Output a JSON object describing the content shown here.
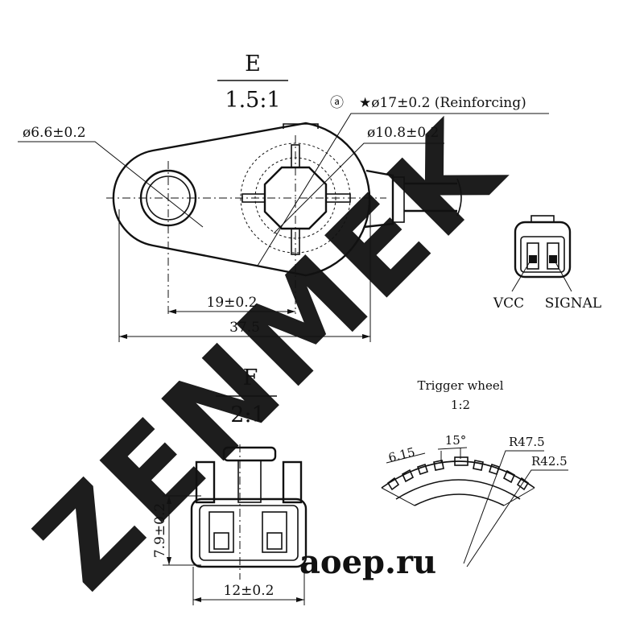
{
  "detail_e": {
    "view_label": "E",
    "scale": "1.5:1",
    "marker": "ⓐ",
    "reinforcing_note": "★ø17±0.2 (Reinforcing)",
    "hole_dia": "ø6.6±0.2",
    "bore_dia": "ø10.8±0.2",
    "center_distance": "19±0.2",
    "overall_length": "37.5"
  },
  "connector_end": {
    "pin1": "VCC",
    "pin2": "SIGNAL"
  },
  "detail_f": {
    "view_label": "F",
    "scale": "2:1",
    "height_dim": "7.9±0.2",
    "width_dim": "12±0.2"
  },
  "trigger_wheel": {
    "title": "Trigger wheel",
    "scale": "1:2",
    "tooth_width": "6.15",
    "angle": "15°",
    "outer_radius": "R47.5",
    "inner_radius": "R42.5"
  },
  "watermark": {
    "brand": "ZENMEK",
    "site": "aoep.ru"
  },
  "colors": {
    "line": "#111111",
    "watermark": "#d9d9d9",
    "site_watermark": "#cfcfcf"
  }
}
